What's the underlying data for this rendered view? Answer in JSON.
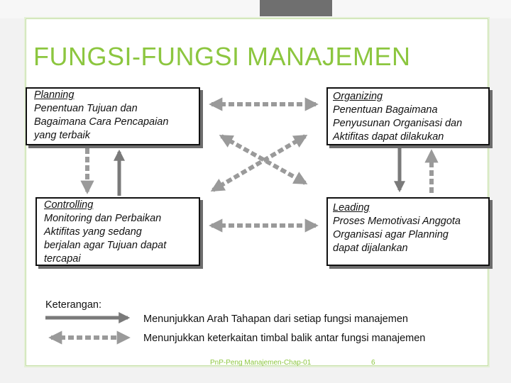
{
  "title": "FUNGSI-FUNGSI MANAJEMEN",
  "boxes": {
    "planning": {
      "heading": "Planning",
      "text": "Penentuan Tujuan dan\nBagaimana Cara Pencapaian\nyang terbaik"
    },
    "organizing": {
      "heading": "Organizing",
      "text": "Penentuan Bagaimana\nPenyusunan Organisasi dan\nAktifitas dapat dilakukan"
    },
    "controlling": {
      "heading": "Controlling",
      "text": "Monitoring dan Perbaikan\nAktifitas yang sedang\nberjalan agar Tujuan dapat\ntercapai"
    },
    "leading": {
      "heading": "Leading",
      "text": "Proses Memotivasi Anggota\nOrganisasi agar Planning\ndapat dijalankan"
    }
  },
  "legend": {
    "title": "Keterangan:",
    "solid": "Menunjukkan Arah Tahapan dari setiap fungsi manajemen",
    "dashed": "Menunjukkan keterkaitan timbal balik antar fungsi manajemen"
  },
  "footer": {
    "text": "PnP-Peng Manajemen-Chap-01",
    "page": "6"
  },
  "colors": {
    "title": "#8cc63f",
    "solid_arrow": "#7a7a7a",
    "dashed_arrow": "#9a9a9a"
  }
}
